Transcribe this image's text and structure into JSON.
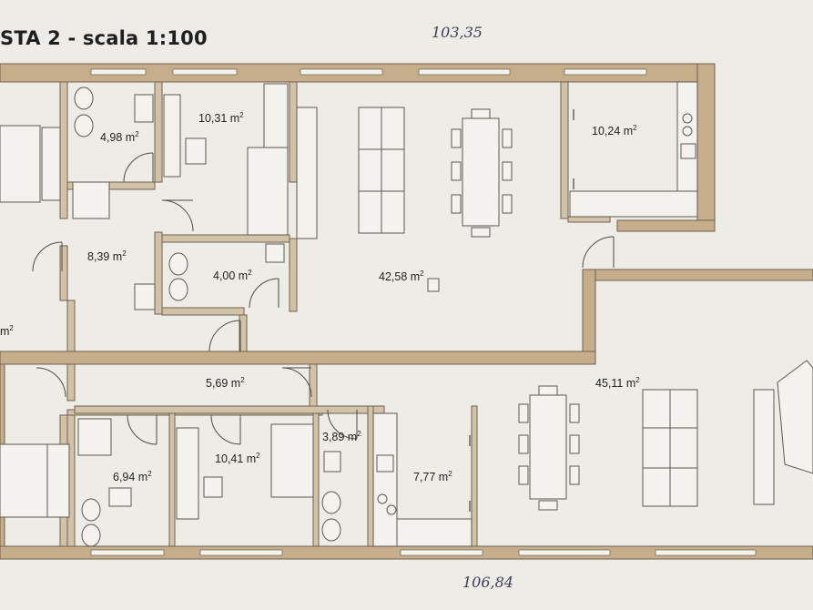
{
  "plan": {
    "title": "STA 2 - scala 1:100",
    "dimension_top": "103,35",
    "dimension_bottom": "106,84",
    "unit_suffix": "2",
    "rooms": [
      {
        "id": "bath-top-left",
        "area": "4,98 m"
      },
      {
        "id": "bedroom-top",
        "area": "10,31 m"
      },
      {
        "id": "kitchen-top",
        "area": "10,24 m"
      },
      {
        "id": "corridor-top",
        "area": "8,39 m"
      },
      {
        "id": "bath-top-small",
        "area": "4,00 m"
      },
      {
        "id": "living-top",
        "area": "42,58 m"
      },
      {
        "id": "partial-left",
        "area": "m"
      },
      {
        "id": "corridor-bottom",
        "area": "5,69 m"
      },
      {
        "id": "living-bottom",
        "area": "45,11 m"
      },
      {
        "id": "bath-bottom-left",
        "area": "6,94 m"
      },
      {
        "id": "bedroom-bottom",
        "area": "10,41 m"
      },
      {
        "id": "bath-bottom-small",
        "area": "3,89 m"
      },
      {
        "id": "kitchen-bottom",
        "area": "7,77 m"
      }
    ]
  },
  "colors": {
    "paper": "#eeece7",
    "wall_outer": "#c6ae8c",
    "wall_inner": "#d2c3a8",
    "wall_line": "#6f6150",
    "furniture": "#f3f2ee",
    "furniture_line": "#5d5750",
    "handwriting": "#3c3f5a"
  }
}
